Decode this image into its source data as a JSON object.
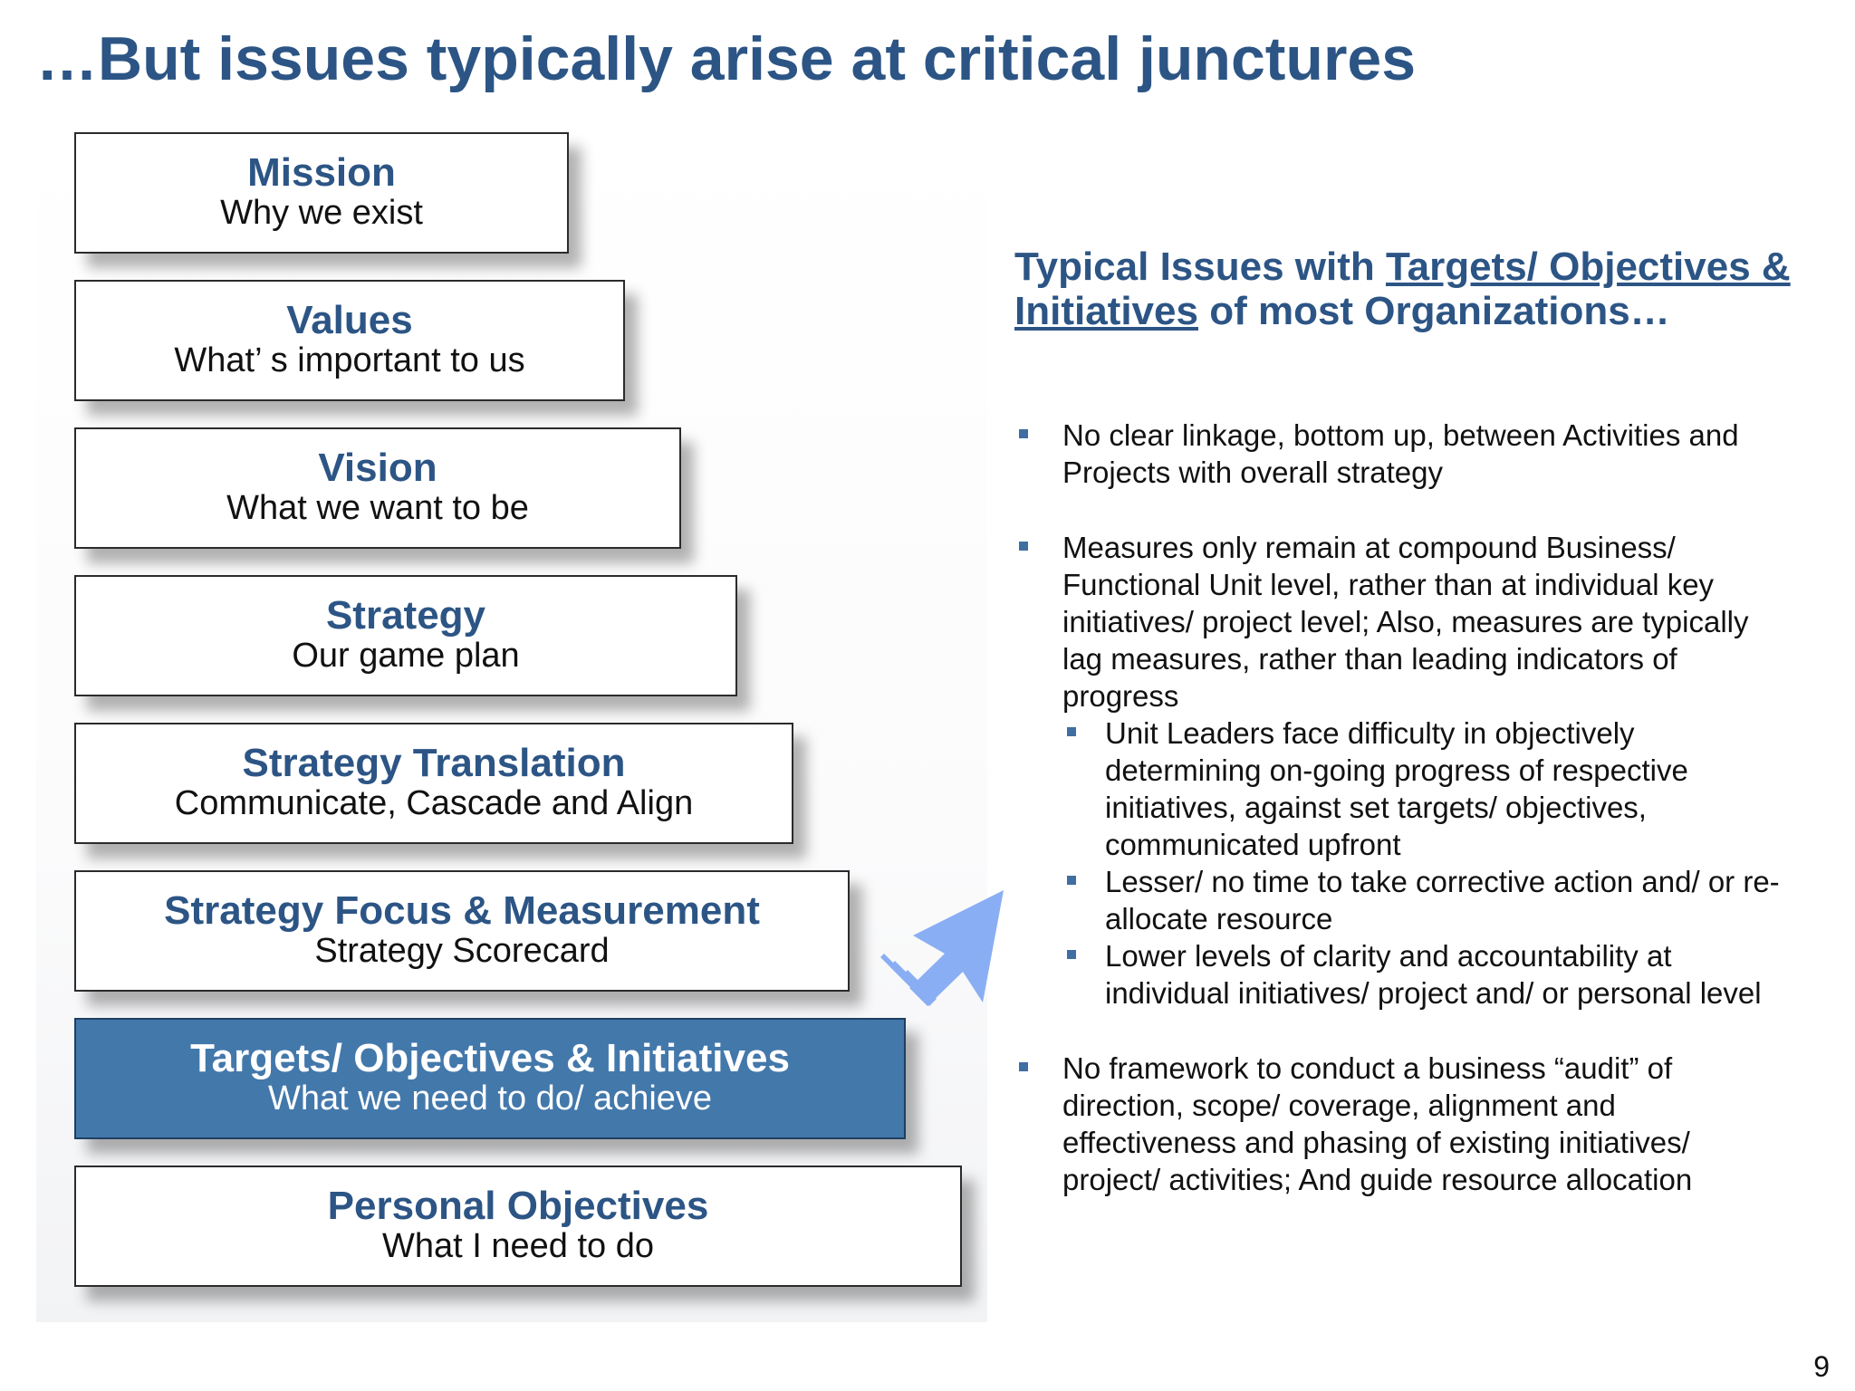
{
  "slide": {
    "title": "…But issues typically arise at critical junctures",
    "page_number": "9"
  },
  "pyramid": [
    {
      "title": "Mission",
      "subtitle": "Why we exist",
      "highlighted": false
    },
    {
      "title": "Values",
      "subtitle": "What’ s important to us",
      "highlighted": false
    },
    {
      "title": "Vision",
      "subtitle": "What we want to be",
      "highlighted": false
    },
    {
      "title": "Strategy",
      "subtitle": "Our game plan",
      "highlighted": false
    },
    {
      "title": "Strategy Translation",
      "subtitle": "Communicate, Cascade and Align",
      "highlighted": false
    },
    {
      "title": "Strategy Focus & Measurement",
      "subtitle": "Strategy Scorecard",
      "highlighted": false
    },
    {
      "title": "Targets/ Objectives & Initiatives",
      "subtitle": "What we need to do/ achieve",
      "highlighted": true
    },
    {
      "title": "Personal Objectives",
      "subtitle": "What I need to do",
      "highlighted": false
    }
  ],
  "issues": {
    "heading_prefix": "Typical Issues with ",
    "heading_link": "Targets/ Objectives & Initiatives",
    "heading_suffix": " of most Organizations…",
    "bullets": [
      {
        "text": "No clear linkage, bottom up, between Activities and Projects with overall strategy",
        "sub": []
      },
      {
        "text": "Measures only remain at compound Business/ Functional Unit level, rather than at individual key initiatives/ project level; Also, measures are typically lag measures, rather than leading indicators of progress",
        "sub": [
          "Unit Leaders face difficulty in objectively determining on-going progress of respective initiatives, against set targets/ objectives, communicated upfront",
          "Lesser/ no time to take corrective action and/ or re-allocate resource",
          "Lower levels of clarity and accountability at individual initiatives/ project and/ or personal level"
        ]
      },
      {
        "text": "No framework to conduct a business “audit” of direction, scope/ coverage, alignment and effectiveness and phasing of existing initiatives/ project/ activities; And guide resource allocation",
        "sub": []
      }
    ]
  },
  "colors": {
    "title_blue": "#2c5585",
    "highlight_fill": "#4378ab",
    "arrow_fill": "#8aaef3",
    "bullet_square": "#3f6ea3"
  },
  "icons": {
    "arrow": "diagonal-up-right-arrow-icon",
    "bullet": "square-bullet-icon"
  }
}
